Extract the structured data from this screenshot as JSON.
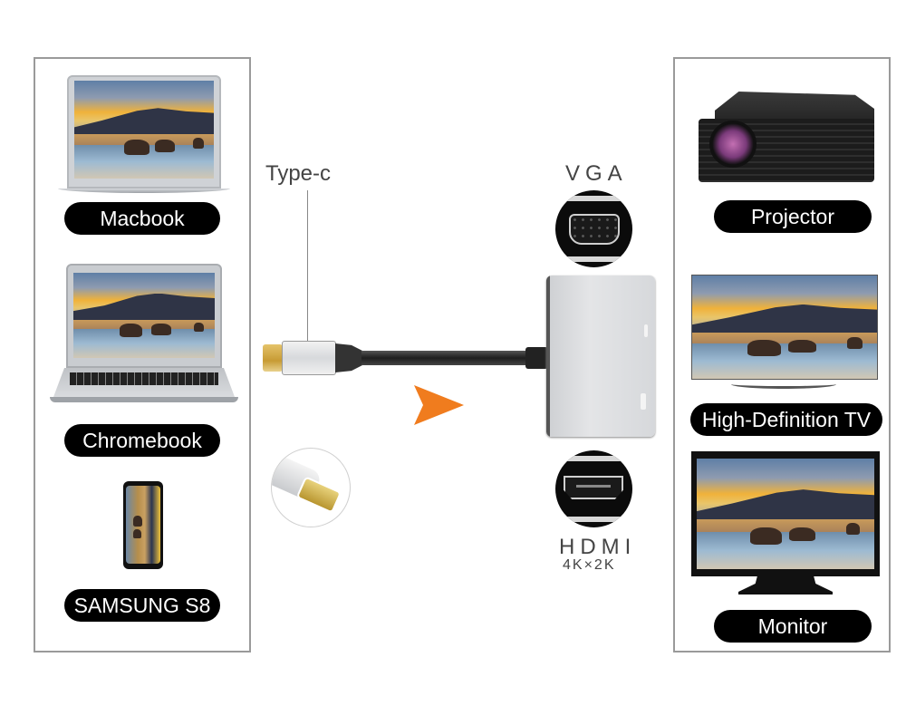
{
  "diagram": {
    "title": "USB Type-C to VGA + HDMI adapter compatibility",
    "accent_color": "#f07c1e",
    "input_label": "Type-c",
    "ports": [
      {
        "name": "VGA",
        "sublabel": ""
      },
      {
        "name": "HDMI",
        "sublabel": "4K×2K"
      }
    ],
    "source_devices": [
      {
        "label": "Macbook",
        "icon": "macbook-laptop"
      },
      {
        "label": "Chromebook",
        "icon": "chromebook-laptop"
      },
      {
        "label": "SAMSUNG S8",
        "icon": "smartphone"
      }
    ],
    "output_devices": [
      {
        "label": "Projector",
        "icon": "projector"
      },
      {
        "label": "High-Definition TV",
        "icon": "tv"
      },
      {
        "label": "Monitor",
        "icon": "monitor"
      }
    ],
    "flow_direction_icon": "arrow-right-icon"
  }
}
